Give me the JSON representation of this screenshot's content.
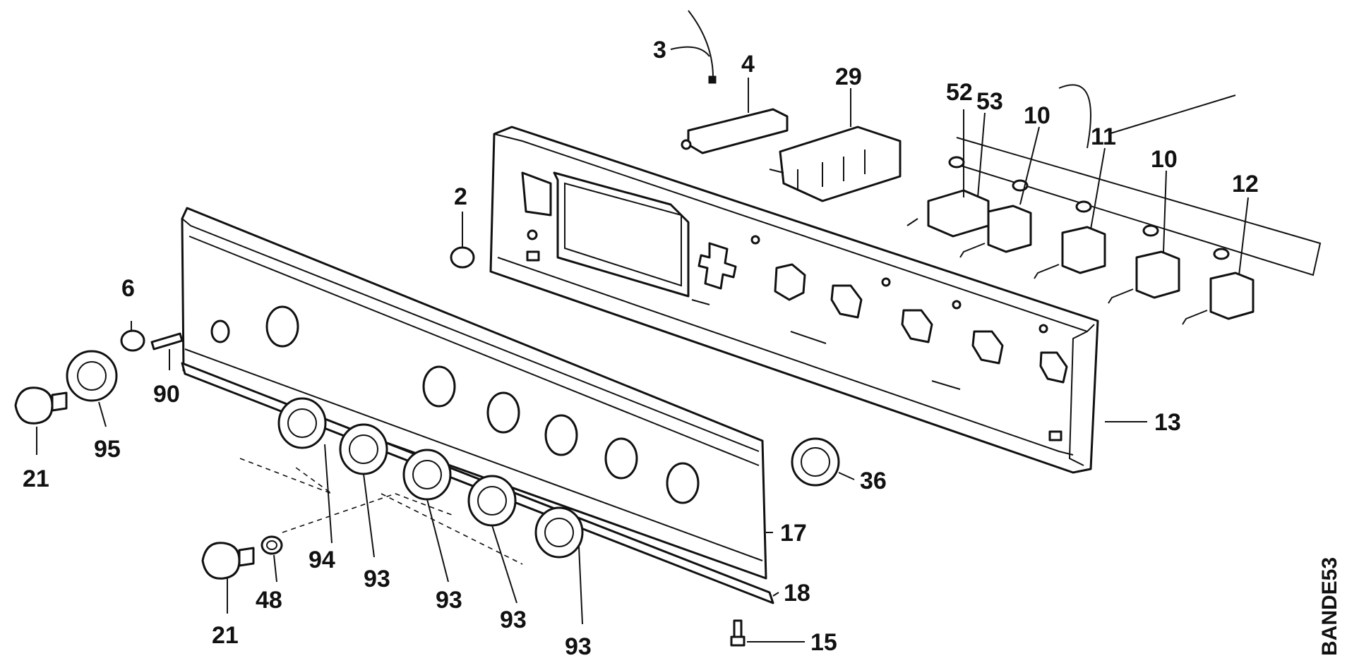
{
  "diagram": {
    "reference_code": "BANDE53",
    "callouts": {
      "c2": "2",
      "c3": "3",
      "c4": "4",
      "c6": "6",
      "c10a": "10",
      "c10b": "10",
      "c11": "11",
      "c12": "12",
      "c13": "13",
      "c15": "15",
      "c17": "17",
      "c18": "18",
      "c21a": "21",
      "c21b": "21",
      "c29": "29",
      "c36": "36",
      "c48": "48",
      "c52": "52",
      "c53": "53",
      "c90": "90",
      "c93a": "93",
      "c93b": "93",
      "c93c": "93",
      "c93d": "93",
      "c94": "94",
      "c95": "95"
    }
  }
}
